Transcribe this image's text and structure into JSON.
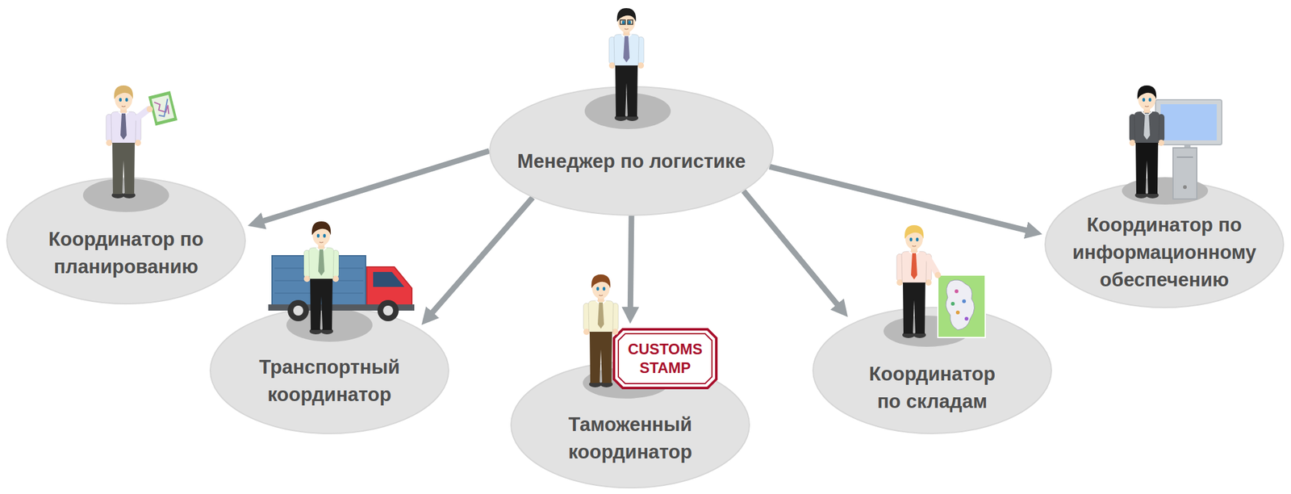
{
  "diagram": {
    "nodes": [
      {
        "text": [
          "Менеджер по логистике"
        ]
      },
      {
        "text": [
          "Координатор по планированию"
        ]
      },
      {
        "text": [
          "Транспортный координатор"
        ]
      },
      {
        "text": [
          "Таможенный координатор"
        ]
      },
      {
        "text": [
          "Координатор по складам"
        ]
      },
      {
        "text": [
          "Координатор по информационному обеспечению"
        ]
      }
    ],
    "edges": [
      {
        "from": 0,
        "to": 1,
        "arrow": "to"
      },
      {
        "from": 0,
        "to": 2,
        "arrow": "to"
      },
      {
        "from": 0,
        "to": 3,
        "arrow": "to"
      },
      {
        "from": 0,
        "to": 4,
        "arrow": "to"
      },
      {
        "from": 0,
        "to": 5,
        "arrow": "to"
      }
    ],
    "labels": [
      "CUSTOMS STAMP"
    ]
  }
}
